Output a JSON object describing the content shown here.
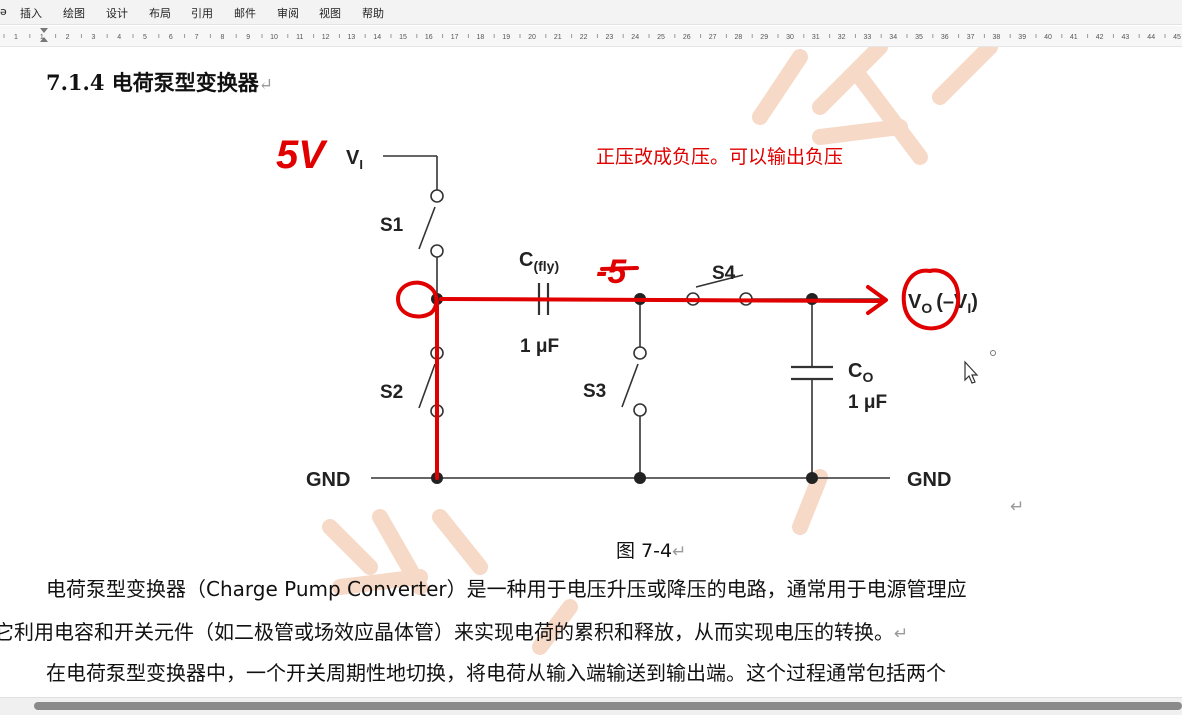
{
  "menu": [
    "插入",
    "绘图",
    "设计",
    "布局",
    "引用",
    "邮件",
    "审阅",
    "视图",
    "帮助"
  ],
  "ruler": {
    "numbers": [
      "1",
      "1",
      "2",
      "3",
      "4",
      "5",
      "6",
      "7",
      "8",
      "9",
      "10",
      "11",
      "12",
      "13",
      "14",
      "15",
      "16",
      "17",
      "18",
      "19",
      "20",
      "21",
      "22",
      "23",
      "24",
      "25",
      "26",
      "27",
      "28",
      "29",
      "30",
      "31",
      "32",
      "33",
      "34",
      "35",
      "36",
      "37",
      "38",
      "39",
      "40",
      "41",
      "42",
      "43",
      "44",
      "45"
    ]
  },
  "heading": "7.1.4 电荷泵型变换器",
  "return_mark": "↵",
  "figure": {
    "input_label_v": "V",
    "input_label_sub": "I",
    "handwritten_5v": "5V",
    "annotation": "正压改成负压。可以输出负压",
    "s1": "S1",
    "s2": "S2",
    "s3": "S3",
    "s4": "S4",
    "cfly_c": "C",
    "cfly_sub": "(fly)",
    "cfly_value": "1 μF",
    "handwritten_neg5": "-5",
    "vo_v": "V",
    "vo_sub": "O",
    "vo_paren_open": "(–V",
    "vo_paren_sub": "I",
    "vo_paren_close": ")",
    "co_c": "C",
    "co_sub": "O",
    "co_value": "1 μF",
    "gnd_left": "GND",
    "gnd_right": "GND"
  },
  "caption": "图  7-4",
  "paragraphs": [
    "电荷泵型变换器（Charge Pump Converter）是一种用于电压升压或降压的电路，通常用于电源管理应",
    "它利用电容和开关元件（如二极管或场效应晶体管）来实现电荷的累积和释放，从而实现电压的转换。",
    "在电荷泵型变换器中，一个开关周期性地切换，将电荷从输入端输送到输出端。这个过程通常包括两个"
  ],
  "colors": {
    "ink": "#111111",
    "red_marker": "#e00000",
    "watermark": "#f6d9c7"
  }
}
